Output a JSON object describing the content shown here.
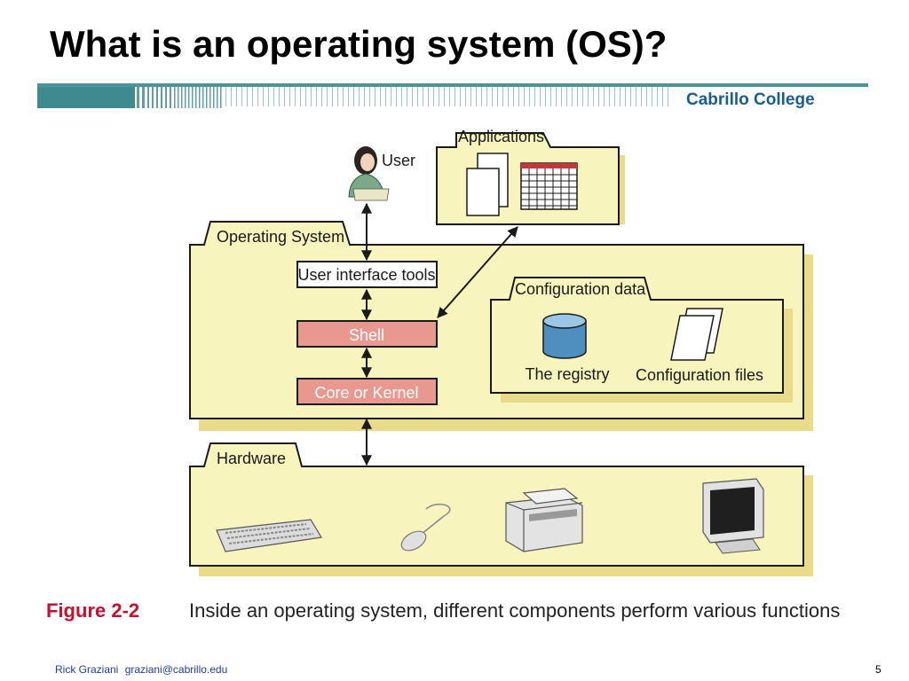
{
  "slide": {
    "title": "What is an operating system (OS)?",
    "brand": "Cabrillo College",
    "page_number": "5"
  },
  "footer": {
    "author": "Rick Graziani",
    "email": "graziani@cabrillo.edu"
  },
  "figure": {
    "caption_label": "Figure 2-2",
    "caption_text": "Inside an operating system, different components perform various functions"
  },
  "diagram": {
    "user_label": "User",
    "applications_label": "Applications",
    "os_label": "Operating System",
    "ui_tools_label": "User interface tools",
    "shell_label": "Shell",
    "kernel_label": "Core or Kernel",
    "config_label": "Configuration data",
    "registry_label": "The registry",
    "config_files_label": "Configuration files",
    "hardware_label": "Hardware"
  },
  "colors": {
    "folder_fill": "#f7f4bd",
    "folder_stroke": "#1a1a1a",
    "shadow": "#e8dc8a",
    "layer_box": "#e8988e",
    "brand": "#1b5c8f",
    "figure_label": "#c8102e",
    "registry_cylinder": "#4f8fc0"
  }
}
